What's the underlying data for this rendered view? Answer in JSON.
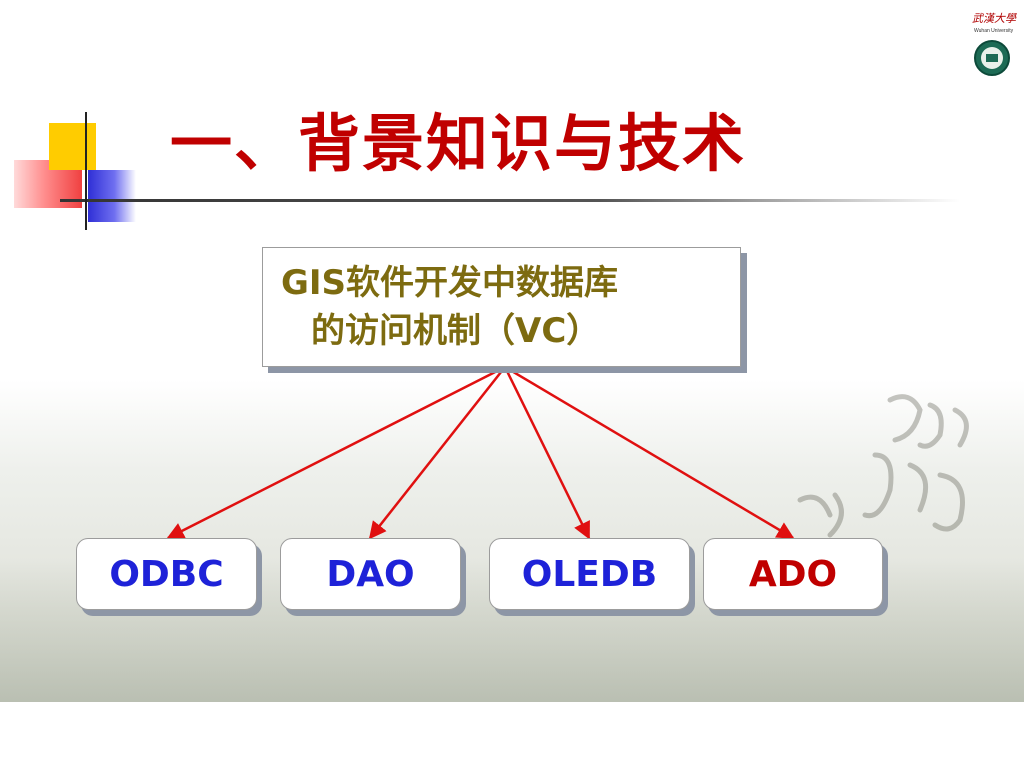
{
  "slide": {
    "title": "一、背景知识与技术",
    "accent_color": "#c00000"
  },
  "diagram": {
    "root": {
      "line1": "GIS软件开发中数据库",
      "line2": "的访问机制（VC）",
      "color": "#7d6b10"
    },
    "children": [
      {
        "label": "ODBC",
        "color": "#1e22d8"
      },
      {
        "label": "DAO",
        "color": "#1e22d8"
      },
      {
        "label": "OLEDB",
        "color": "#1e22d8"
      },
      {
        "label": "ADO",
        "color": "#c00000"
      }
    ],
    "edge_color": "#e01010"
  },
  "logo": {
    "icon": "wuhan-university-seal-icon",
    "text": "Wuhan University"
  }
}
